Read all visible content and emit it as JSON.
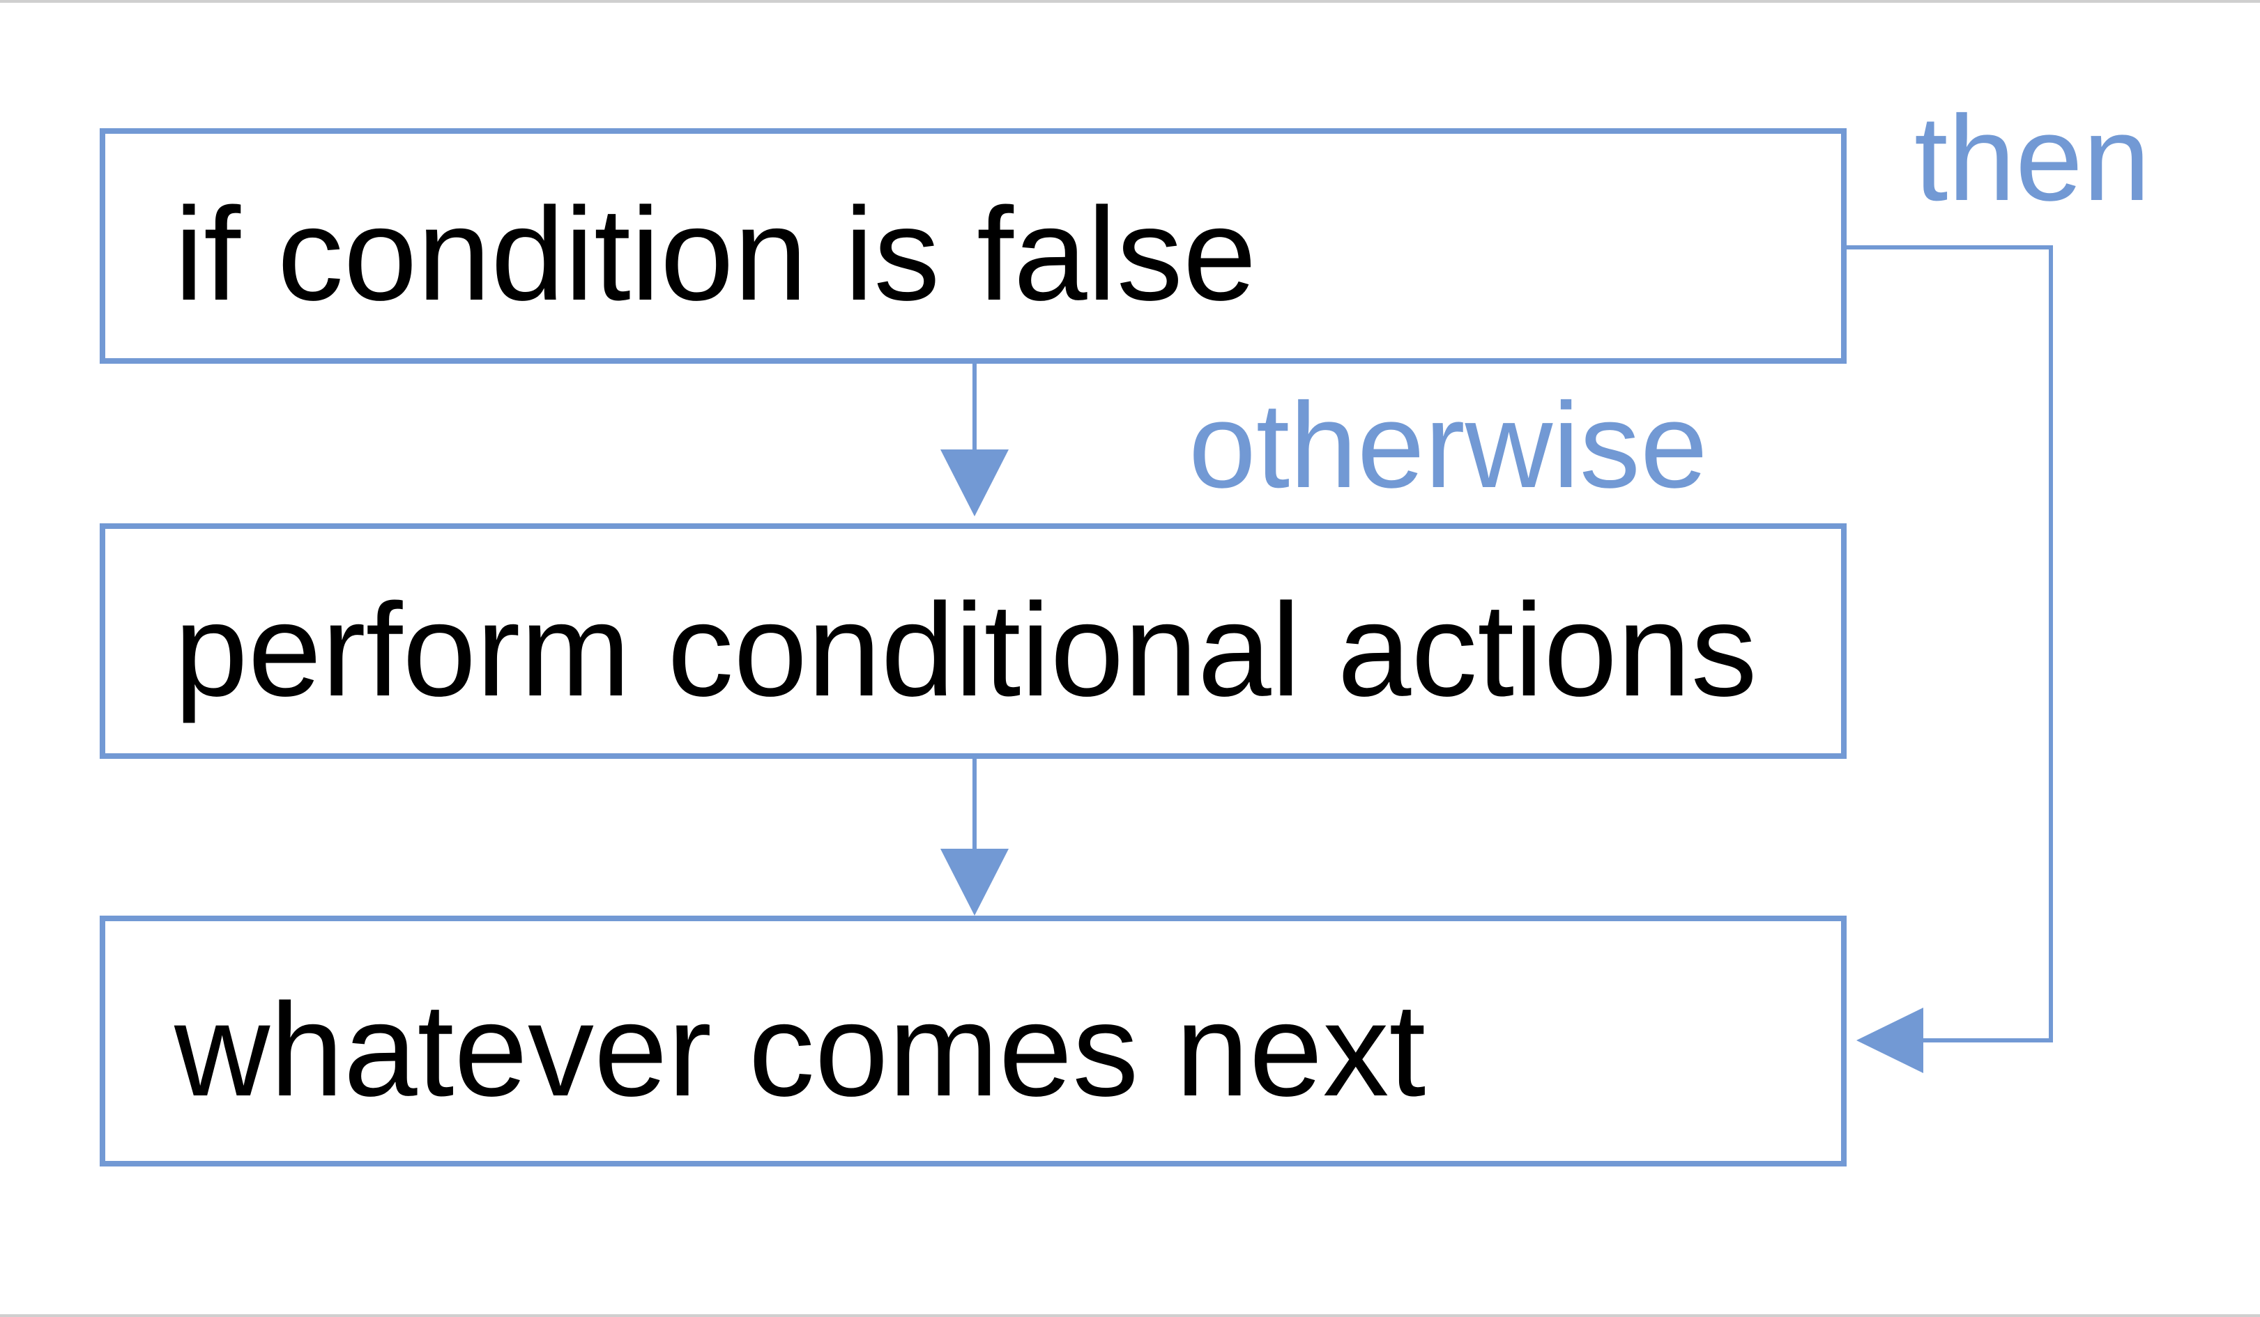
{
  "boxes": {
    "condition": "if condition is false",
    "actions": "perform conditional actions",
    "next": "whatever comes next"
  },
  "branches": {
    "then": "then",
    "otherwise": "otherwise"
  },
  "colors": {
    "accent": "#7299d4",
    "text": "#000000",
    "background": "#ffffff"
  }
}
